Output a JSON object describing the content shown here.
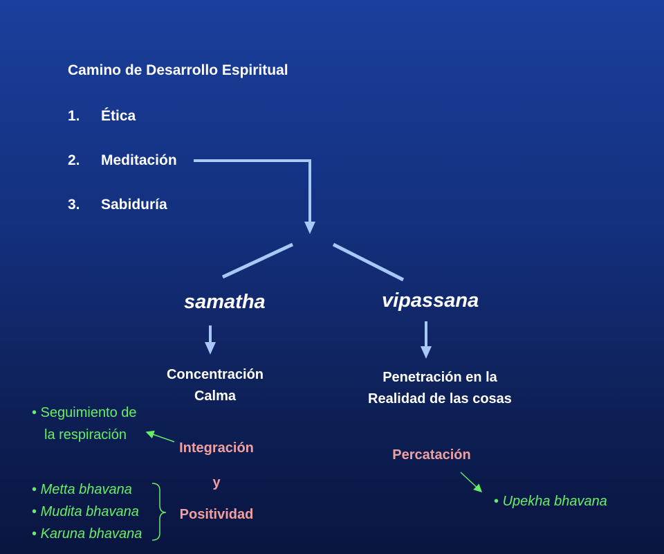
{
  "title": "Camino de Desarrollo Espiritual",
  "steps": [
    {
      "number": "1.",
      "label": "Ética"
    },
    {
      "number": "2.",
      "label": "Meditación"
    },
    {
      "number": "3.",
      "label": "Sabiduría"
    }
  ],
  "branches": {
    "left": {
      "name": "samatha",
      "description_line1": "Concentración",
      "description_line2": "Calma",
      "qualities": [
        "Integración",
        "y",
        "Positividad"
      ],
      "practice_top_line1": "• Seguimiento de",
      "practice_top_line2": "la respiración",
      "practices": [
        "Metta bhavana",
        "Mudita bhavana",
        "Karuna bhavana"
      ],
      "bullet": "•"
    },
    "right": {
      "name": "vipassana",
      "description_line1": "Penetración en la",
      "description_line2": "Realidad de las cosas",
      "quality": "Percatación",
      "practice": "Upekha bhavana",
      "bullet": "•"
    }
  },
  "colors": {
    "background_top": "#1a3f9c",
    "background_bottom": "#0a1540",
    "connector": "#a8c8f8",
    "text_main": "#ffffff",
    "text_quality": "#f0a0a0",
    "text_practice": "#66ee66"
  }
}
